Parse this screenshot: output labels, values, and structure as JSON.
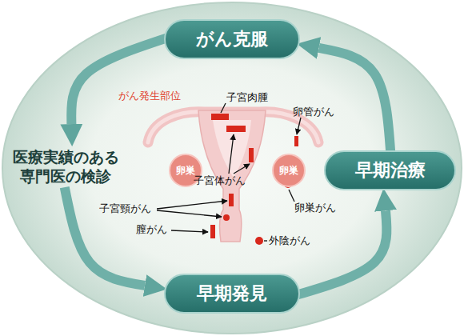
{
  "diagram": {
    "nodes": [
      {
        "text": [
          "がん克服"
        ]
      },
      {
        "text": [
          "医療実績のある 専門医の検診"
        ]
      },
      {
        "text": [
          "卵巣"
        ]
      },
      {
        "text": [
          "卵巣"
        ]
      },
      {
        "text": [
          "早期治療"
        ]
      },
      {
        "text": [
          "早期発見"
        ]
      }
    ],
    "edges": [
      {
        "from": 0,
        "to": 1,
        "arrow": "to"
      },
      {
        "from": 1,
        "to": 5,
        "arrow": "to"
      },
      {
        "from": 5,
        "to": 4,
        "arrow": "to"
      },
      {
        "from": 4,
        "to": 0,
        "arrow": "to"
      }
    ],
    "labels": [
      "がん発生部位",
      "子宮肉腫",
      "卵管がん",
      "子宮体がん",
      "卵巣がん",
      "子宮頸がん",
      "膣がん",
      "外陰がん"
    ]
  }
}
